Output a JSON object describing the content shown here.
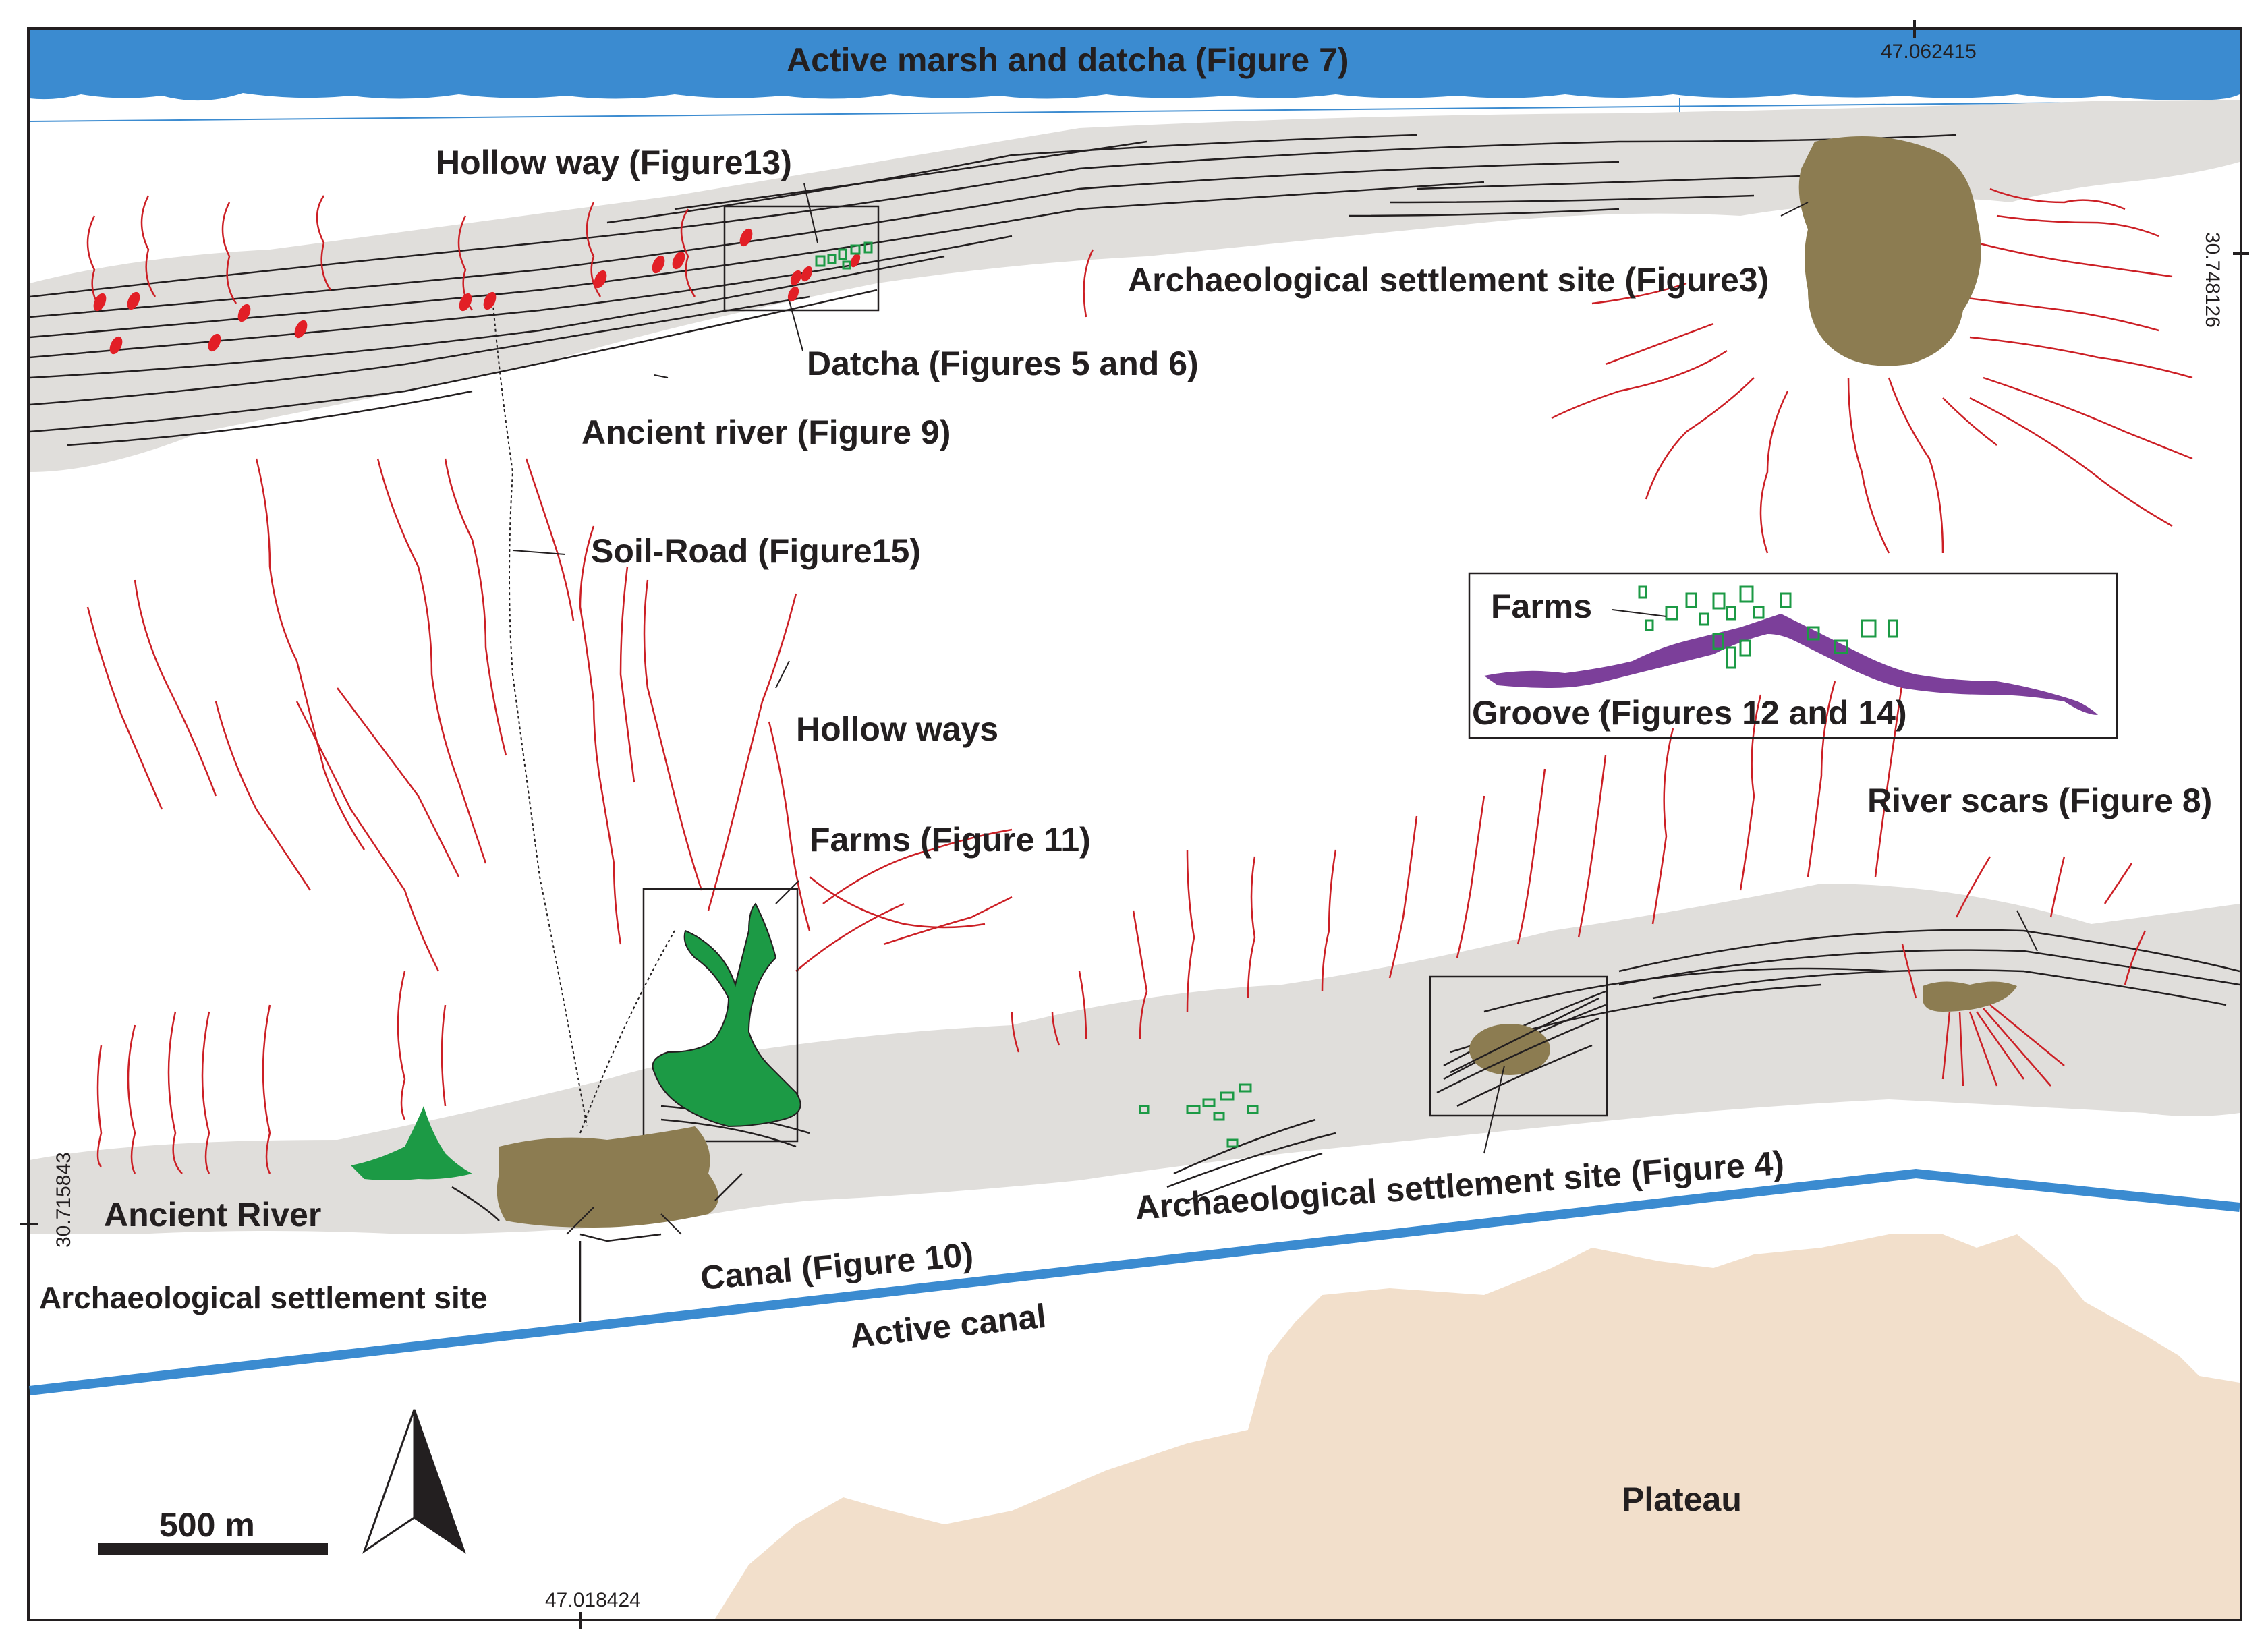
{
  "map": {
    "labels": {
      "marsh": "Active marsh and datcha (Figure 7)",
      "hollow_way": "Hollow way (Figure13)",
      "settlement3": "Archaeological settlement site (Figure3)",
      "datcha": "Datcha (Figures 5 and 6)",
      "ancient_river_9": "Ancient river (Figure 9)",
      "soil_road": "Soil-Road (Figure15)",
      "hollow_ways": "Hollow ways",
      "farms_top": "Farms",
      "groove": "Groove (Figures 12 and 14)",
      "river_scars": "River scars (Figure 8)",
      "farms_11": "Farms (Figure 11)",
      "settlement4": "Archaeological settlement  site (Figure 4)",
      "ancient_river": "Ancient River",
      "canal": "Canal (Figure 10)",
      "settlement": "Archaeological settlement site",
      "active_canal": "Active canal",
      "plateau": "Plateau"
    },
    "coordinates": {
      "top": "47.062415",
      "bottom": "47.018424",
      "right": "30.748126",
      "left": "30.715843"
    },
    "scale": {
      "label": "500 m",
      "meters": 500
    },
    "north_arrow": "north-arrow-icon",
    "colors": {
      "water": "#3b8bd0",
      "river_bed": "#e0dedb",
      "settlement": "#8c7c51",
      "farms": "#1c9a45",
      "groove": "#7c3f9a",
      "hollow_way_lines": "#cc1f25",
      "datcha_marks": "#e21f26",
      "plateau": "#f2dfcb",
      "frame": "#231f20"
    }
  }
}
